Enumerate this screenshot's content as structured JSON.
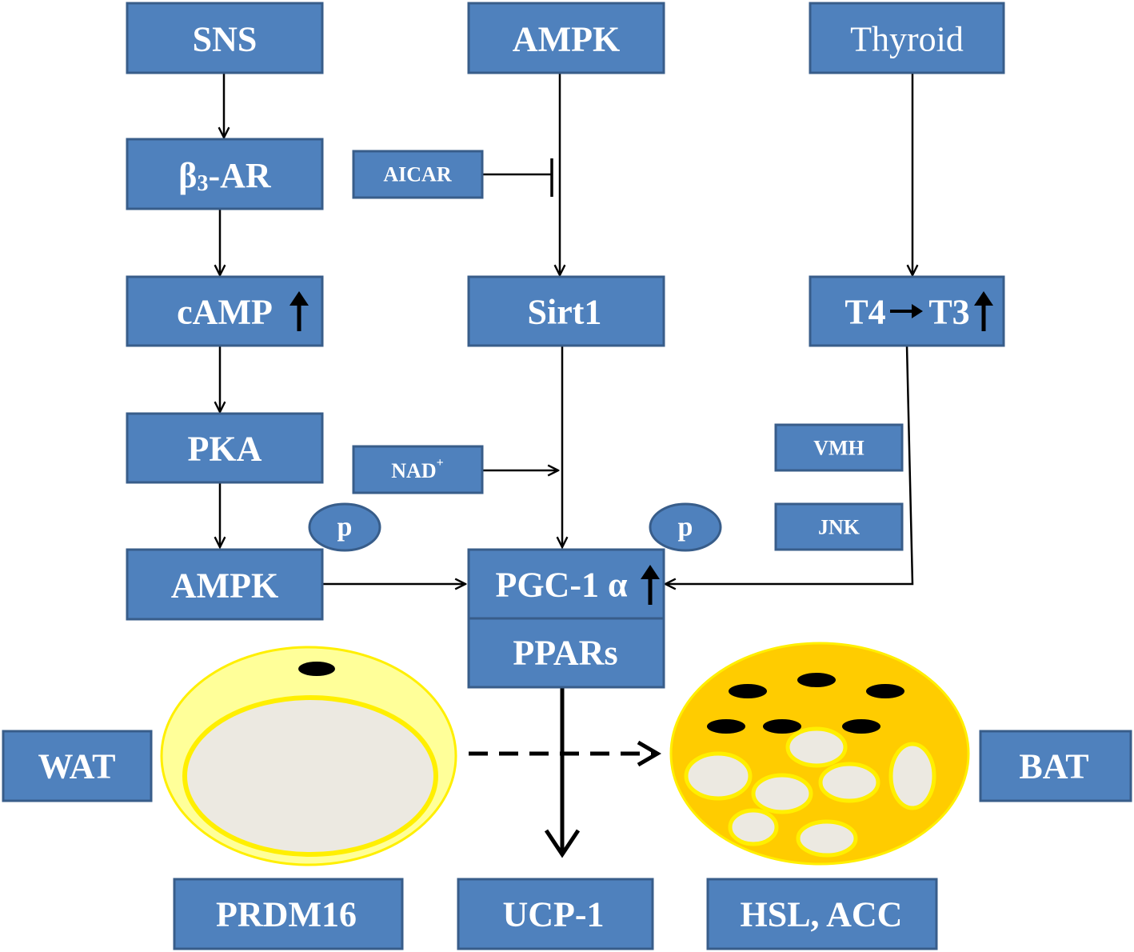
{
  "nodes": {
    "sns": "SNS",
    "ampk_top": "AMPK",
    "thyroid": "Thyroid",
    "beta3_ar_main": "β",
    "beta3_ar_sub": "3",
    "beta3_ar_rest": "-AR",
    "aicar": "AICAR",
    "camp": "cAMP",
    "sirt1": "Sirt1",
    "t4_t3_left": "T4",
    "t4_t3_right": "T3",
    "pka": "PKA",
    "nad_main": "NAD",
    "nad_sup": "+",
    "vmh": "VMH",
    "jnk": "JNK",
    "p_left": "p",
    "p_right": "p",
    "ampk_bottom": "AMPK",
    "pgc1a": "PGC-1 α",
    "ppars": "PPARs",
    "wat": "WAT",
    "bat": "BAT",
    "prdm16": "PRDM16",
    "ucp1": "UCP-1",
    "hsl_acc": "HSL, ACC"
  },
  "colors": {
    "box_fill": "#4f81bd",
    "box_stroke": "#385d8a",
    "wat_outer": "#ffff99",
    "wat_inner": "#ece9e1",
    "bat_fill": "#ffcc00",
    "droplet": "#ece9e1",
    "nucleus": "#000000"
  }
}
